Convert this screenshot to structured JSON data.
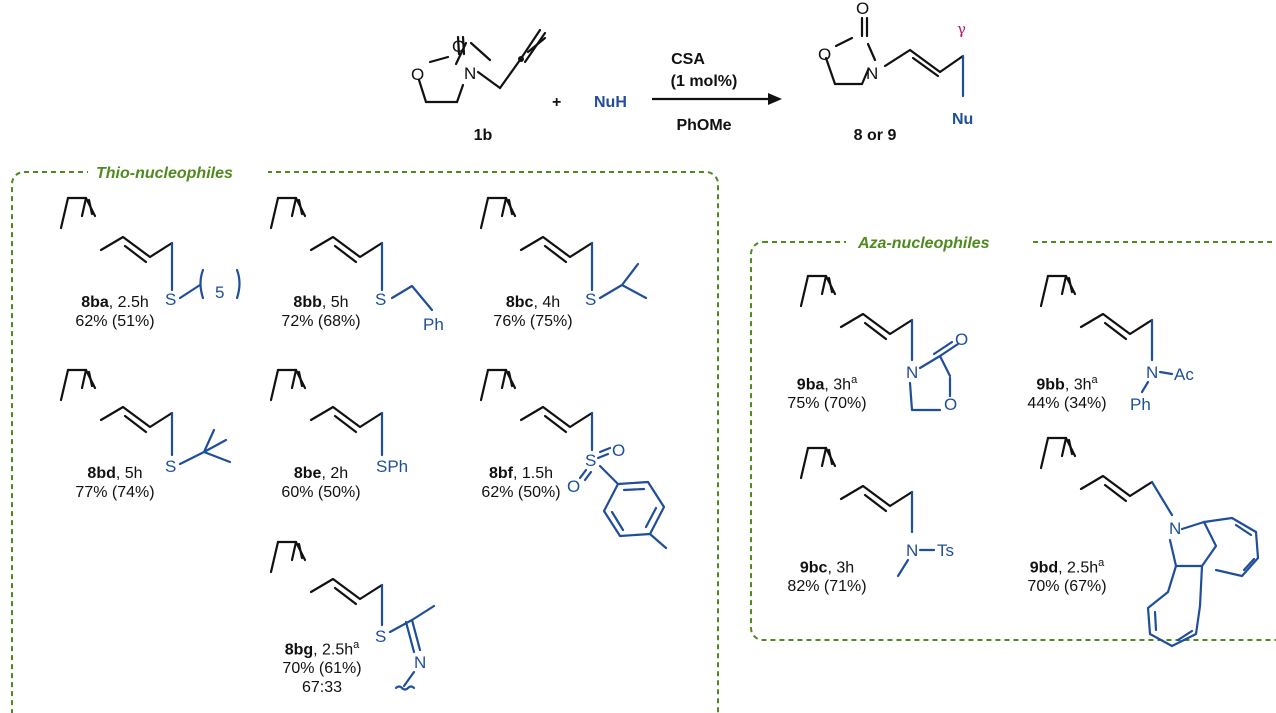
{
  "scheme": {
    "reagent_top": "CSA",
    "reagent_loading": "(1 mol%)",
    "solvent": "PhOMe",
    "nucleophile": "NuH",
    "plus": "+",
    "start_label": "1b",
    "product_label": "8 or 9",
    "gamma": "γ",
    "product_nu": "Nu"
  },
  "thio": {
    "title": "Thio-nucleophiles",
    "entries": [
      {
        "code": "8ba",
        "time": ", 2.5h",
        "sup": "",
        "yield": "62% (51%)",
        "extra": ""
      },
      {
        "code": "8bb",
        "time": ", 5h",
        "sup": "",
        "yield": "72% (68%)",
        "extra": ""
      },
      {
        "code": "8bc",
        "time": ", 4h",
        "sup": "",
        "yield": "76% (75%)",
        "extra": ""
      },
      {
        "code": "8bd",
        "time": ", 5h",
        "sup": "",
        "yield": "77% (74%)",
        "extra": ""
      },
      {
        "code": "8be",
        "time": ", 2h",
        "sup": "",
        "yield": "60% (50%)",
        "extra": ""
      },
      {
        "code": "8bf",
        "time": ", 1.5h",
        "sup": "",
        "yield": "62% (50%)",
        "extra": ""
      },
      {
        "code": "8bg",
        "time": ", 2.5h",
        "sup": "a",
        "yield": "70% (61%)",
        "extra": "67:33"
      }
    ]
  },
  "aza": {
    "title": "Aza-nucleophiles",
    "entries": [
      {
        "code": "9ba",
        "time": ", 3h",
        "sup": "a",
        "yield": "75% (70%)"
      },
      {
        "code": "9bb",
        "time": ", 3h",
        "sup": "a",
        "yield": "44% (34%)"
      },
      {
        "code": "9bc",
        "time": ", 3h",
        "sup": "",
        "yield": "82% (71%)"
      },
      {
        "code": "9bd",
        "time": ", 2.5h",
        "sup": "a",
        "yield": "70% (67%)"
      }
    ]
  },
  "atoms": {
    "O": "O",
    "N": "N",
    "S": "S",
    "five": "5",
    "Ph": "Ph",
    "SPh": "SPh",
    "Ac": "Ac",
    "Ts": "Ts"
  }
}
